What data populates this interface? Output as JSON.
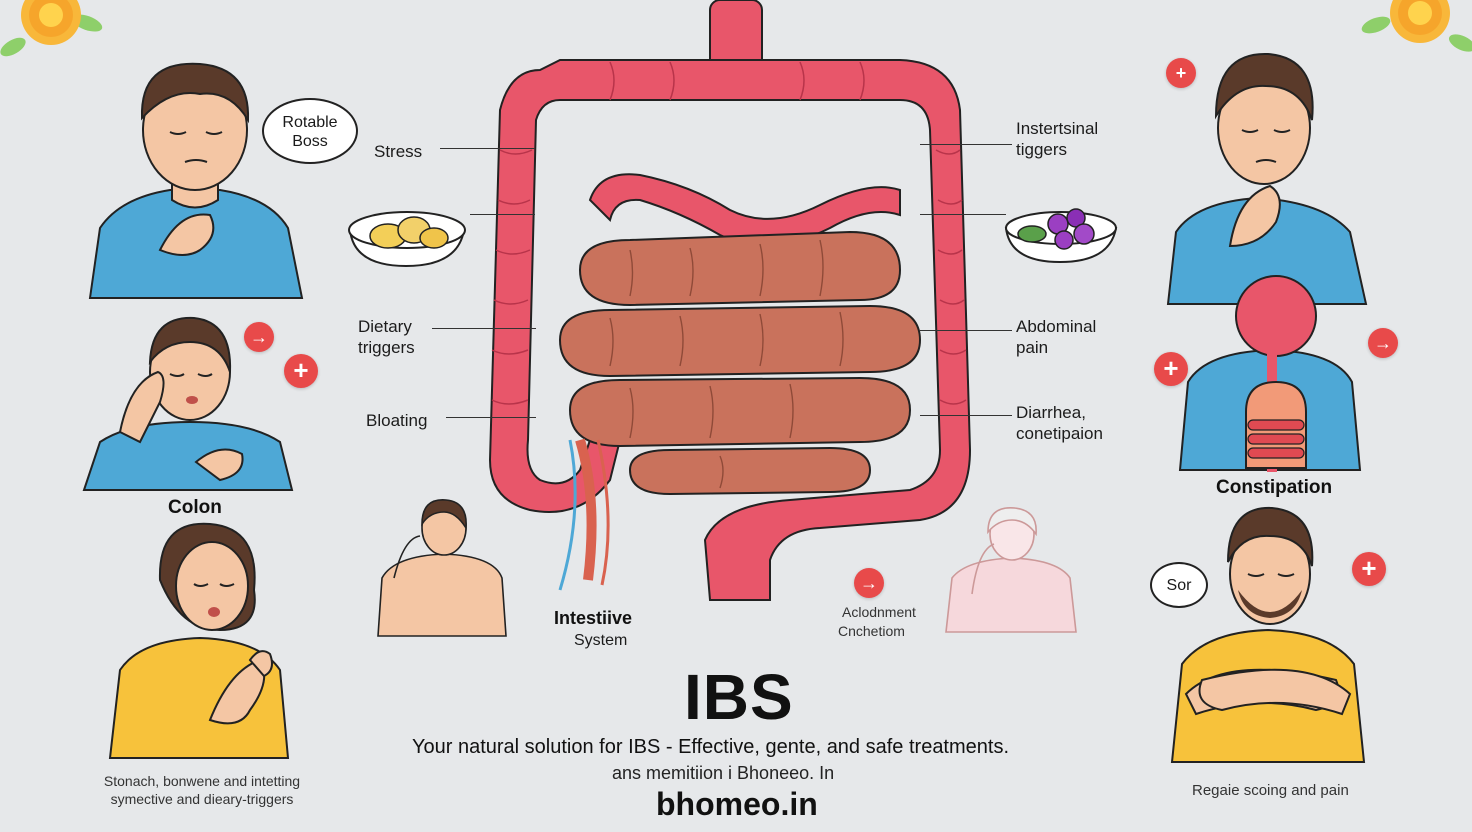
{
  "title": "IBS",
  "tagline": "Your natural solution for IBS - Effective, gente, and safe treatments.",
  "subline": "ans memitiion i Bhoneeo. In",
  "site": "bhomeo.in",
  "left": {
    "bubble": "Rotable Boss",
    "colon": "Colon",
    "caption": "Stonach, bonwene and intetting symective and dieary-triggers"
  },
  "center_labels": {
    "stress": "Stress",
    "dietary": "Dietary triggers",
    "bloating": "Bloating",
    "intestinal": "Instertsinal tiggers",
    "abdominal": "Abdominal pain",
    "diarrhea": "Diarrhea, conetipaion",
    "system_title": "Intestiive",
    "system_sub": "System",
    "adcond_1": "Aclodnment",
    "adcond_2": "Cnchetiom"
  },
  "right": {
    "constipation": "Constipation",
    "bubble": "Sor",
    "caption": "Regaie scoing and pain"
  },
  "colors": {
    "background": "#e6e8ea",
    "large_intestine": "#e8566a",
    "small_intestine": "#c9725c",
    "badge": "#e84a4a",
    "shirt_blue": "#4ea8d6",
    "shirt_yellow": "#f7c23b",
    "skin": "#f4c6a4"
  },
  "icons": [
    "flower-icon",
    "plus-badge-icon",
    "bowl-icon",
    "speech-bubble-icon"
  ]
}
